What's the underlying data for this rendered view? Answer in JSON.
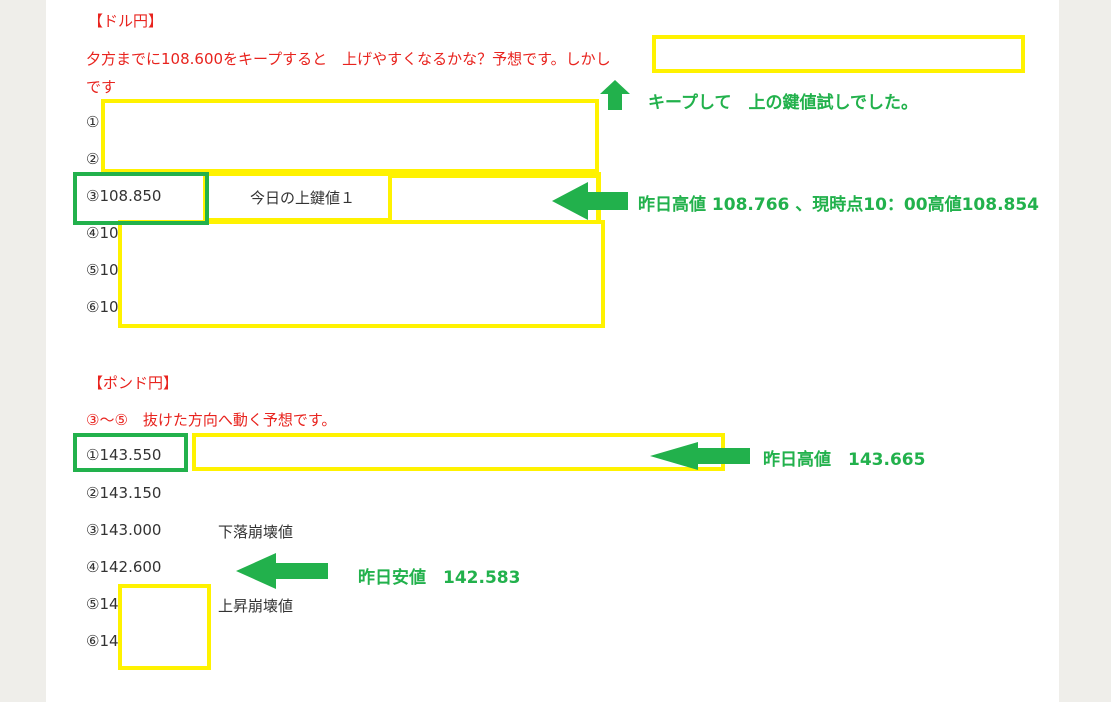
{
  "usdjpy": {
    "heading": "【ドル円】",
    "comment_line1": "夕方までに108.600をキープすると　上げやすくなるかな？予想です。しかし",
    "comment_line2": "です",
    "levels": [
      "①",
      "②",
      "③108.850",
      "④10",
      "⑤10",
      "⑥10"
    ],
    "level3_note": "今日の上鍵値１",
    "annotation_keep": "キープして　上の鍵値試しでした。",
    "annotation_high": "昨日高値 108.766 、現時点10：00高値108.854"
  },
  "gbpjpy": {
    "heading": "【ポンド円】",
    "comment": "③～⑤　抜けた方向へ動く予想です。",
    "levels": [
      "①143.550",
      "②143.150",
      "③143.000",
      "④142.600",
      "⑤14",
      "⑥14"
    ],
    "level3_note": "下落崩壊値",
    "level5_note": "上昇崩壊値",
    "annotation_high": "昨日高値　143.665",
    "annotation_low": "昨日安値　142.583"
  }
}
